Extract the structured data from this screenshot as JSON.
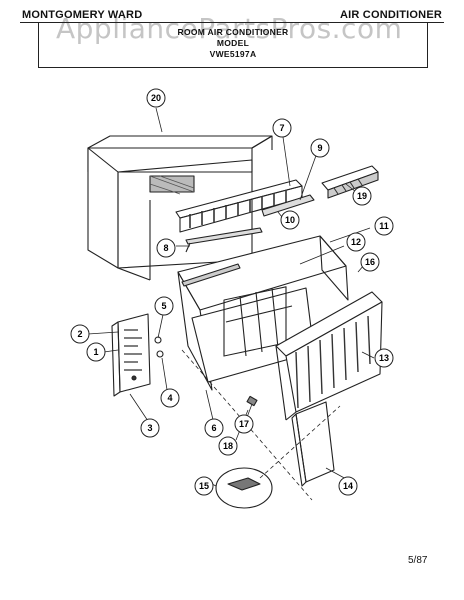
{
  "header": {
    "brand": "MONTGOMERY WARD",
    "category": "AIR CONDITIONER"
  },
  "title_box": {
    "line1": "ROOM AIR CONDITIONER",
    "line2": "MODEL",
    "line3": "VWE5197A"
  },
  "watermark": "AppliancePartsPros.com",
  "footer": {
    "date": "5/87"
  },
  "callouts": [
    {
      "id": "c20",
      "label": "20"
    },
    {
      "id": "c7",
      "label": "7"
    },
    {
      "id": "c9",
      "label": "9"
    },
    {
      "id": "c19",
      "label": "19"
    },
    {
      "id": "c10",
      "label": "10"
    },
    {
      "id": "c11",
      "label": "11"
    },
    {
      "id": "c8",
      "label": "8"
    },
    {
      "id": "c12",
      "label": "12"
    },
    {
      "id": "c16",
      "label": "16"
    },
    {
      "id": "c5",
      "label": "5"
    },
    {
      "id": "c2",
      "label": "2"
    },
    {
      "id": "c1",
      "label": "1"
    },
    {
      "id": "c13",
      "label": "13"
    },
    {
      "id": "c4",
      "label": "4"
    },
    {
      "id": "c3",
      "label": "3"
    },
    {
      "id": "c6",
      "label": "6"
    },
    {
      "id": "c17",
      "label": "17"
    },
    {
      "id": "c18",
      "label": "18"
    },
    {
      "id": "c15",
      "label": "15"
    },
    {
      "id": "c14",
      "label": "14"
    }
  ]
}
